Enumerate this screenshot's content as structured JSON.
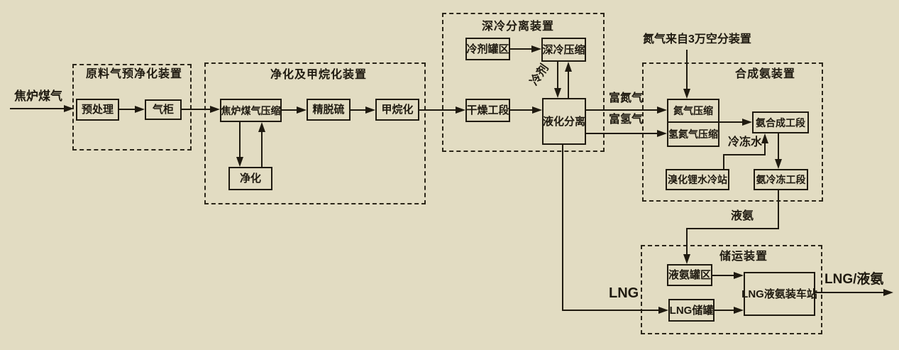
{
  "colors": {
    "background": "#e2dcc2",
    "line": "#1f1a10"
  },
  "flow": {
    "input_label": "焦炉煤气",
    "lng_label": "LNG",
    "output_label": "LNG/液氨",
    "sections": {
      "pretreat": {
        "title": "原料气预净化装置",
        "pre": "预处理",
        "gas_holder": "气柜"
      },
      "purify": {
        "title": "净化及甲烷化装置",
        "cog_compress": "焦炉煤气压缩",
        "fine_desulfur": "精脱硫",
        "methanation": "甲烷化",
        "purification": "净化"
      },
      "cryo": {
        "title": "深冷分离装置",
        "refrigerant_tank": "冷剂罐区",
        "cryo_compress": "深冷压缩",
        "drying": "干燥工段",
        "liquefaction": "液化分离",
        "refrigerant_label": "冷剂"
      },
      "ammonia": {
        "title": "合成氨装置",
        "n2_source_label": "氮气来自3万空分装置",
        "rich_n2_label": "富氮气",
        "rich_h2_label": "富氢气",
        "n2_compress": "氮气压缩",
        "h2n2_compress": "氢氮气压缩",
        "synthesis": "氨合成工段",
        "chilled_water_label": "冷冻水",
        "libr_cooling": "溴化锂水冷站",
        "ammonia_refrig": "氨冷冻工段",
        "liquid_ammonia_label": "液氨"
      },
      "storage": {
        "title": "储运装置",
        "ammonia_tank": "液氨罐区",
        "lng_tank": "LNG储罐",
        "loading_station": "LNG液氨装车站"
      }
    }
  }
}
